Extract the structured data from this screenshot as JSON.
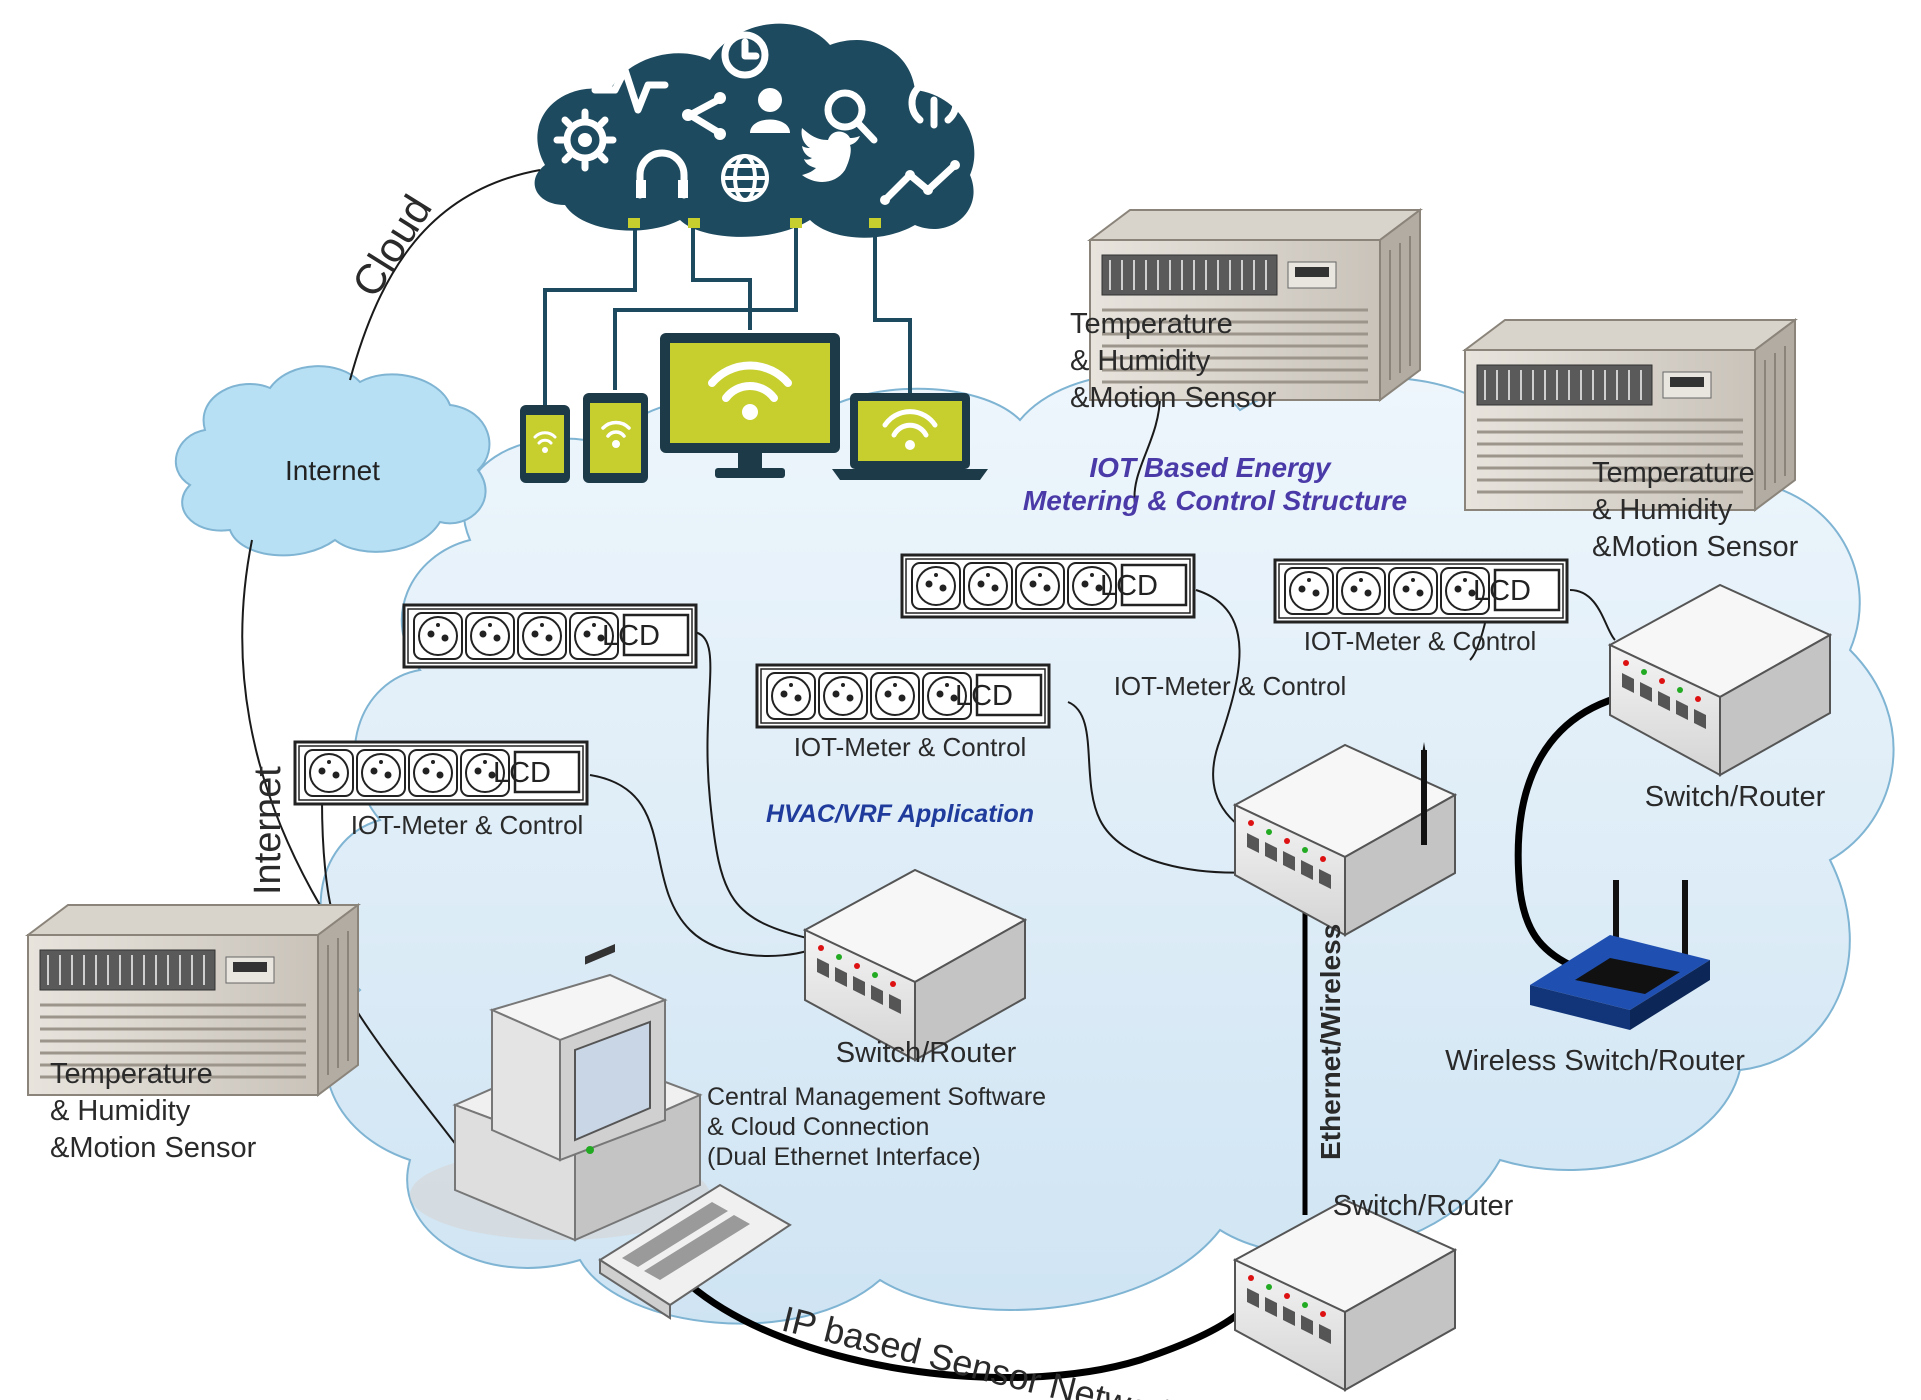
{
  "labels": {
    "cloud": "Cloud",
    "internet_cloud": "Internet",
    "internet_vertical": "Internet",
    "title_line1": "IOT Based Energy",
    "title_line2": "Metering & Control Structure",
    "hvac_app": "HVAC/VRF Application",
    "ethernet_wireless": "Ethernet/Wireless",
    "ip_network": "IP based Sensor Network",
    "central_line1": "Central Management Software",
    "central_line2": "& Cloud Connection",
    "central_line3": "(Dual Ethernet Interface)",
    "wireless_router": "Wireless Switch/Router",
    "switch_router": "Switch/Router",
    "iot_meter": "IOT-Meter & Control",
    "lcd": "LCD",
    "sensor_line1": "Temperature",
    "sensor_line2": "& Humidity",
    "sensor_line3": "&Motion Sensor"
  },
  "colors": {
    "cloud_dark": "#1d4a5e",
    "device_screen": "#c6cf2e",
    "internet_cloud": "#b7e0f4",
    "network_cloud": "#e2f0fa",
    "title_blue": "#4a3aa8",
    "hvac_blue": "#1f3c9c",
    "router_blue": "#1f4fb0"
  },
  "icons": [
    "gear-icon",
    "pulse-icon",
    "share-icon",
    "clock-icon",
    "user-icon",
    "search-icon",
    "power-icon",
    "headphones-icon",
    "globe-icon",
    "twitter-icon",
    "trend-icon",
    "wifi-icon"
  ]
}
